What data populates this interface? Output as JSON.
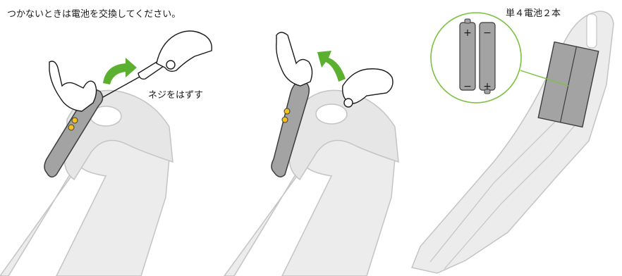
{
  "labels": {
    "instruction": "つかないときは電池を交換してください。",
    "remove_screw": "ネジをはずす",
    "batteries": "単４電池２本"
  },
  "battery": {
    "plus": "+",
    "minus": "−"
  },
  "colors": {
    "arrow_green": "#5bb030",
    "handle_gray": "#a3a3a3",
    "handle_outline": "#3c3c3c",
    "body_fill": "#ececec",
    "body_outline": "#c4c4c4",
    "button_yellow": "#f2c21a",
    "callout_green": "#7bc142"
  }
}
